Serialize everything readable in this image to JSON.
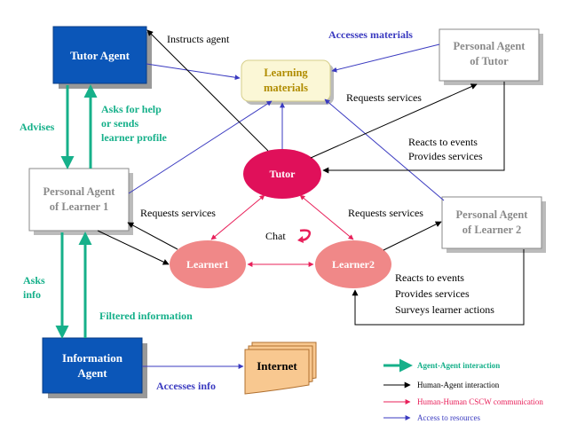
{
  "nodes": {
    "tutor_agent": "Tutor Agent",
    "learning_materials": "Learning materials",
    "personal_agent_tutor_line1": "Personal Agent",
    "personal_agent_tutor_line2": "of Tutor",
    "personal_agent_learner1_line1": "Personal Agent",
    "personal_agent_learner1_line2": "of Learner 1",
    "personal_agent_learner2_line1": "Personal Agent",
    "personal_agent_learner2_line2": "of Learner 2",
    "tutor": "Tutor",
    "learner1": "Learner1",
    "learner2": "Learner2",
    "information_agent_line1": "Information",
    "information_agent_line2": "Agent",
    "internet": "Internet"
  },
  "edge_labels": {
    "instructs_agent": "Instructs agent",
    "accesses_materials": "Accesses materials",
    "requests_services_tutor": "Requests services",
    "reacts_to_events_tutor": "Reacts to events",
    "provides_services_tutor": "Provides services",
    "advises": "Advises",
    "asks_for_help_1": "Asks for help",
    "asks_for_help_2": "or sends",
    "asks_for_help_3": "learner profile",
    "requests_services_learner1": "Requests services",
    "requests_services_learner2": "Requests services",
    "chat": "Chat",
    "reacts_to_events_learner2": "Reacts to events",
    "provides_services_learner2": "Provides services",
    "surveys_learner_actions": "Surveys learner actions",
    "asks_info_1": "Asks",
    "asks_info_2": "info",
    "filtered_information": "Filtered information",
    "accesses_info": "Accesses info"
  },
  "legend": {
    "agent_agent": "Agent-Agent interaction",
    "human_agent": "Human-Agent interaction",
    "human_human": "Human-Human CSCW communication",
    "access": "Access to resources"
  },
  "colors": {
    "agent_agent": "#16b08a",
    "human_agent": "#000000",
    "human_human": "#e8205a",
    "access": "#3a3ac0",
    "blue_agent": "#0b56b8",
    "tutor_ellipse": "#e0105a",
    "learner_ellipse": "#f08888",
    "learning_materials_fill": "#fbf7d6",
    "internet_fill": "#f8c890"
  }
}
